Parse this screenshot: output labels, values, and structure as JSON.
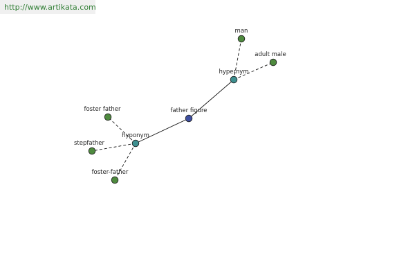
{
  "header": {
    "url": "http://www.artikata.com"
  },
  "colors": {
    "url_text": "#2e7d32",
    "header_bg": "#f0f0f0",
    "center_node": "#3f4fa0",
    "relation_node": "#3d8f8f",
    "word_node": "#4e8a3e"
  },
  "graph": {
    "center": {
      "id": "father-figure",
      "label": "father figure"
    },
    "relations": [
      {
        "id": "hypernym",
        "label": "hypernym",
        "words": [
          {
            "id": "man",
            "label": "man"
          },
          {
            "id": "adult-male",
            "label": "adult male"
          }
        ]
      },
      {
        "id": "hyponym",
        "label": "hyponym",
        "words": [
          {
            "id": "foster-father",
            "label": "foster father"
          },
          {
            "id": "stepfather",
            "label": "stepfather"
          },
          {
            "id": "foster-father-hyphen",
            "label": "foster-father"
          }
        ]
      }
    ]
  }
}
